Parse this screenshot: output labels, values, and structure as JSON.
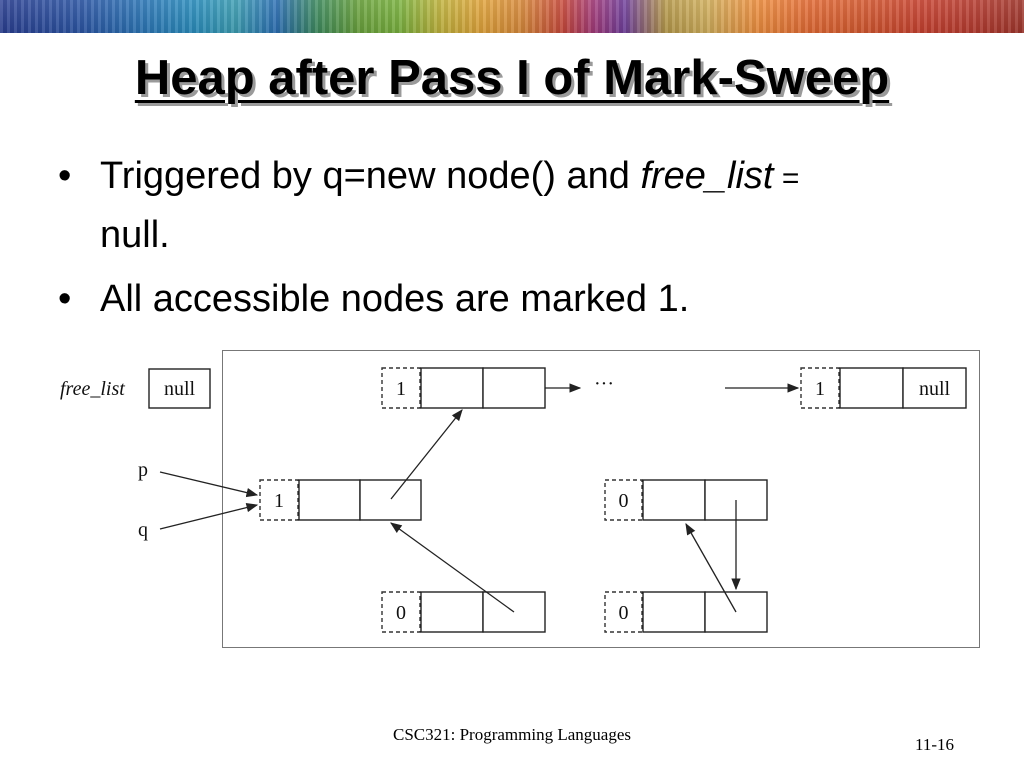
{
  "title": "Heap after Pass I of Mark-Sweep",
  "bullets": {
    "b1_part1": "Triggered by q=new node() and ",
    "b1_italic": "free_list",
    "b1_eq": " =",
    "b1_part2": "null.",
    "b2": "All accessible nodes are marked 1.",
    "symbol": "•"
  },
  "diagram": {
    "free_list_label": "free_list",
    "free_list_value": "null",
    "p_label": "p",
    "q_label": "q",
    "ellipsis": "···",
    "nodes": {
      "top_left_mark": "1",
      "top_right_mark": "1",
      "top_right_value": "null",
      "mid_left_mark": "1",
      "mid_right_mark": "0",
      "bottom_left_mark": "0",
      "bottom_right_mark": "0"
    }
  },
  "footer": {
    "course": "CSC321: Programming Languages",
    "page": "11-16"
  },
  "colors": {
    "background": "#ffffff",
    "text": "#000000",
    "title_shadow": "#9a9a9a"
  }
}
